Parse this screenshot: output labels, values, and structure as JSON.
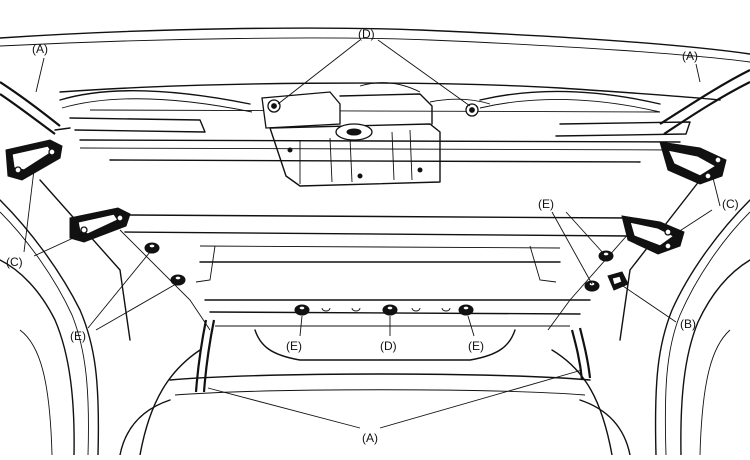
{
  "diagram": {
    "labels": {
      "a": "(A)",
      "b": "(B)",
      "c": "(C)",
      "d": "(D)",
      "e": "(E)"
    }
  }
}
